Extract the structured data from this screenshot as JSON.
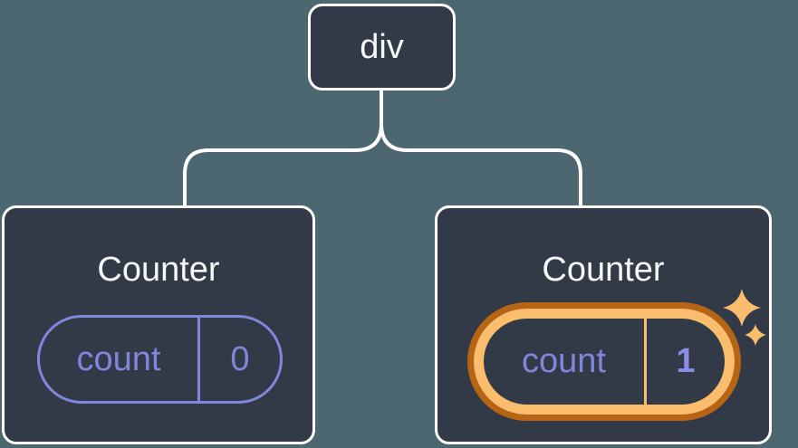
{
  "tree": {
    "root": {
      "label": "div"
    },
    "children": [
      {
        "title": "Counter",
        "state": {
          "key": "count",
          "value": "0"
        },
        "highlighted": false
      },
      {
        "title": "Counter",
        "state": {
          "key": "count",
          "value": "1"
        },
        "highlighted": true
      }
    ]
  },
  "colors": {
    "background": "#4C6770",
    "node_fill": "#333A47",
    "node_border": "#FFFFFF",
    "connector": "#FFFFFF",
    "state_accent": "#8186DD",
    "highlight_outer": "#B86415",
    "highlight_inner": "#FABD6D",
    "title_text": "#F6F7F8"
  },
  "icons": [
    {
      "name": "sparkles-icon",
      "color": "#FABD6D"
    }
  ]
}
